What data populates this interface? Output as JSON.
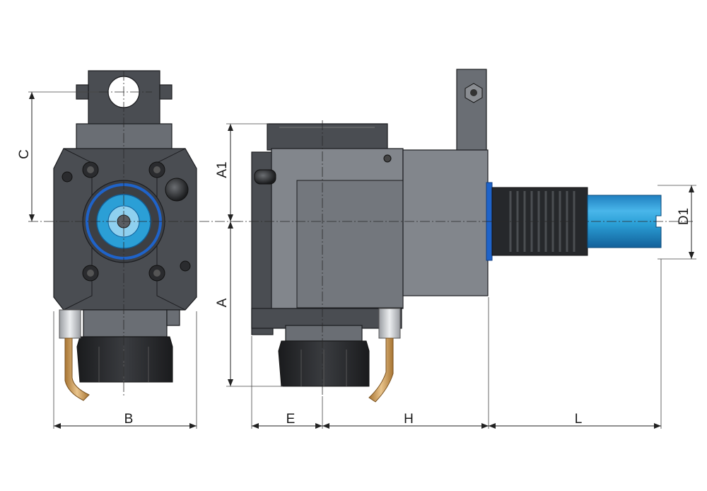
{
  "dimensions": {
    "B": "B",
    "C": "C",
    "A1": "A1",
    "A": "A",
    "D1": "D1",
    "E": "E",
    "H": "H",
    "L": "L"
  },
  "colors": {
    "housing": "#4a4d52",
    "housing_light": "#6a6e74",
    "blue_shank": "#2b9fd6",
    "blue_ring": "#1f63c9",
    "brass_pipe": "#c99a5a",
    "nozzle": "#c7c9cc"
  }
}
